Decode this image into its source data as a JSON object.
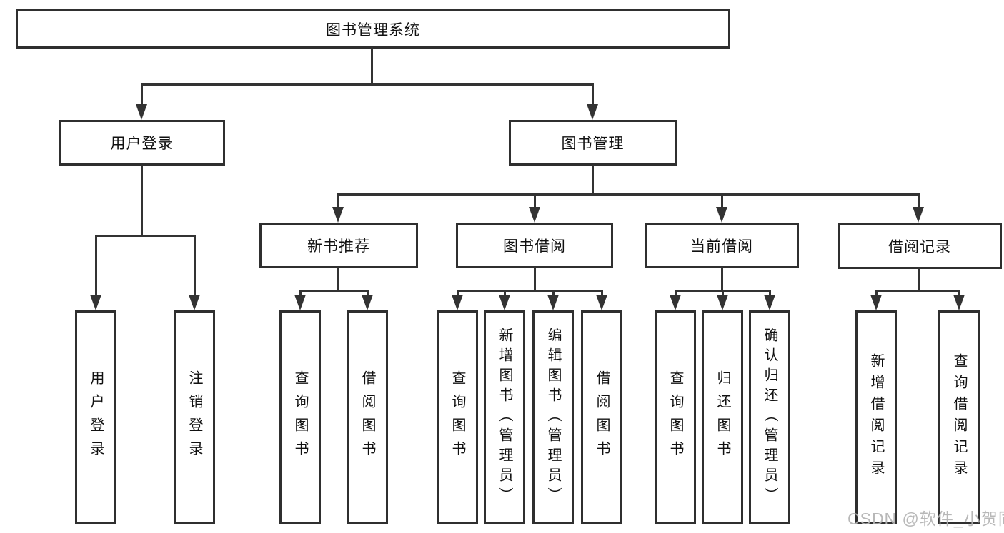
{
  "tree": {
    "root": "图书管理系统",
    "branches": [
      {
        "label": "用户登录",
        "children": [
          "用户登录",
          "注销登录"
        ]
      },
      {
        "label": "图书管理",
        "sections": [
          {
            "label": "新书推荐",
            "children": [
              "查询图书",
              "借阅图书"
            ]
          },
          {
            "label": "图书借阅",
            "children": [
              "查询图书",
              "新增图书（管理员）",
              "编辑图书（管理员）",
              "借阅图书"
            ]
          },
          {
            "label": "当前借阅",
            "children": [
              "查询图书",
              "归还图书",
              "确认归还（管理员）"
            ]
          },
          {
            "label": "借阅记录",
            "children": [
              "新增借阅记录",
              "查询借阅记录"
            ]
          }
        ]
      }
    ]
  },
  "colors": {
    "line": "#333333",
    "text": "#111111",
    "watermark": "#b3b3b3"
  },
  "watermark": "CSDN @软件_小贺同学"
}
